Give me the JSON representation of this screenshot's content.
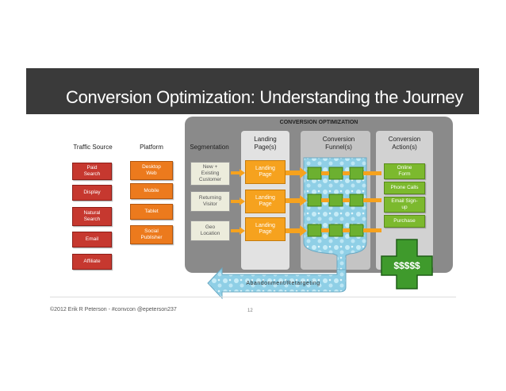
{
  "title": "Conversion Optimization: Understanding the Journey",
  "conversion_header": "CONVERSION OPTIMIZATION",
  "columns": {
    "traffic": "Traffic Source",
    "platform": "Platform",
    "segmentation": "Segmentation",
    "landing": [
      "Landing",
      "Page(s)"
    ],
    "funnel": [
      "Conversion",
      "Funnel(s)"
    ],
    "action": [
      "Conversion",
      "Action(s)"
    ]
  },
  "traffic_sources": [
    [
      "Paid",
      "Search"
    ],
    [
      "Display"
    ],
    [
      "Natural",
      "Search"
    ],
    [
      "Email"
    ],
    [
      "Affiliate"
    ]
  ],
  "platforms": [
    [
      "Desktop",
      "Web"
    ],
    [
      "Mobile"
    ],
    [
      "Tablet"
    ],
    [
      "Social",
      "Publisher"
    ]
  ],
  "segments": [
    [
      "New +",
      "Existing",
      "Customer"
    ],
    [
      "Returning",
      "Visitor"
    ],
    [
      "Geo",
      "Location"
    ]
  ],
  "landing_pages": [
    [
      "Landing",
      "Page"
    ],
    [
      "Landing",
      "Page"
    ],
    [
      "Landing",
      "Page"
    ]
  ],
  "actions": [
    [
      "Online",
      "Form"
    ],
    [
      "Phone Calls"
    ],
    [
      "Email Sign-",
      "up"
    ],
    [
      "Purchase"
    ]
  ],
  "money": "$$$$$",
  "abandonment": "Abandonment/Retargeting",
  "footer": "©2012 Erik R Peterson - #convcon @epeterson237",
  "page_number": "12",
  "colors": {
    "title_bar": "#3a3a3a",
    "traffic": "#c6382f",
    "platform": "#ec7a1d",
    "landing": "#f6a21e",
    "action": "#7cb92e",
    "money": "#3f9a2c",
    "arrow": "#9fd3ea"
  }
}
